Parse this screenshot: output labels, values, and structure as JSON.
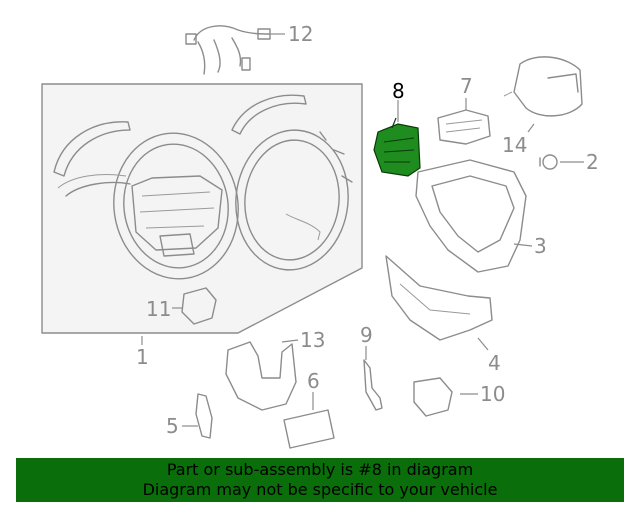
{
  "callouts": [
    {
      "id": "1",
      "label": "1"
    },
    {
      "id": "2",
      "label": "2"
    },
    {
      "id": "3",
      "label": "3"
    },
    {
      "id": "4",
      "label": "4"
    },
    {
      "id": "5",
      "label": "5"
    },
    {
      "id": "6",
      "label": "6"
    },
    {
      "id": "7",
      "label": "7"
    },
    {
      "id": "8",
      "label": "8"
    },
    {
      "id": "9",
      "label": "9"
    },
    {
      "id": "10",
      "label": "10"
    },
    {
      "id": "11",
      "label": "11"
    },
    {
      "id": "12",
      "label": "12"
    },
    {
      "id": "13",
      "label": "13"
    },
    {
      "id": "14",
      "label": "14"
    }
  ],
  "highlight": {
    "part": "8",
    "color": "#1e8c1e"
  },
  "banner": {
    "line1": "Part or sub-assembly is #8 in diagram",
    "line2": "Diagram may not be specific to your vehicle",
    "background": "#0a6e0a"
  }
}
